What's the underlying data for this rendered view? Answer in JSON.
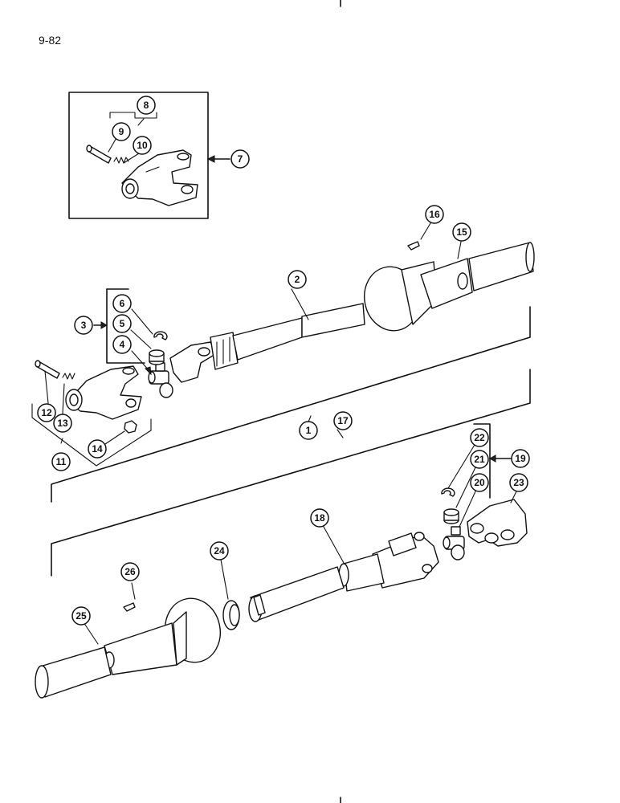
{
  "page": {
    "number": "9-82"
  },
  "callouts": [
    "1",
    "2",
    "3",
    "4",
    "5",
    "6",
    "7",
    "8",
    "9",
    "10",
    "11",
    "12",
    "13",
    "14",
    "15",
    "16",
    "17",
    "18",
    "19",
    "20",
    "21",
    "22",
    "23",
    "24",
    "25",
    "26"
  ]
}
